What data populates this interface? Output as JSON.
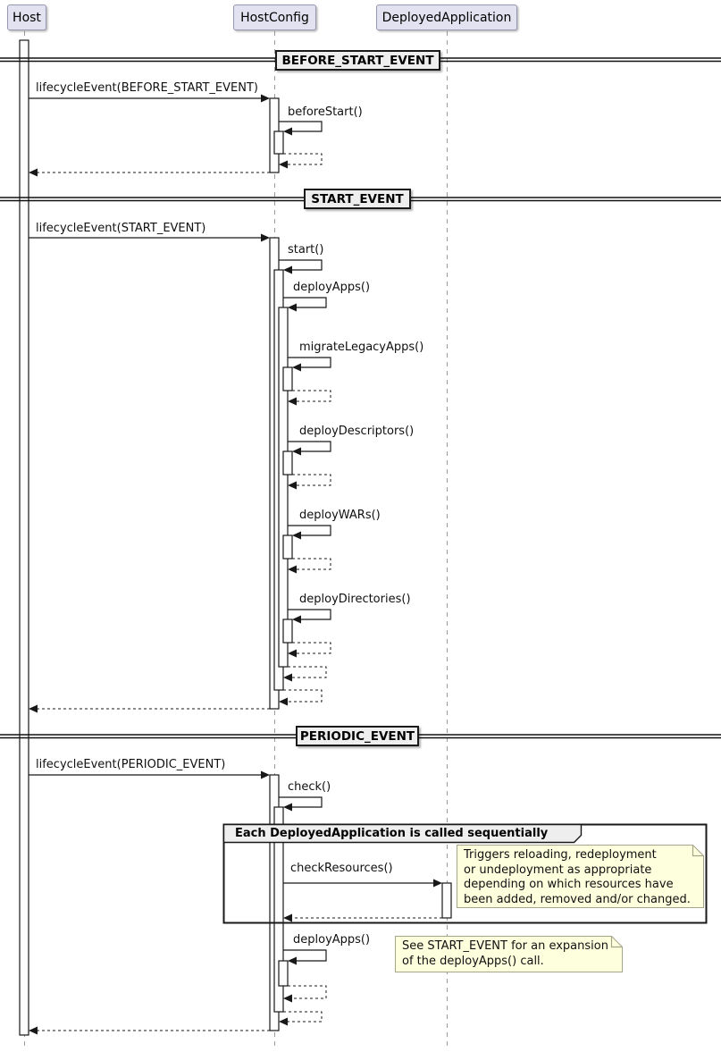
{
  "diagram": {
    "type": "uml-sequence-diagram",
    "participants": [
      {
        "name": "Host"
      },
      {
        "name": "HostConfig"
      },
      {
        "name": "DeployedApplication"
      }
    ],
    "dividers": [
      {
        "label": "BEFORE_START_EVENT"
      },
      {
        "label": "START_EVENT"
      },
      {
        "label": "PERIODIC_EVENT"
      }
    ],
    "messages": {
      "lifecycle_before_start": "lifecycleEvent(BEFORE_START_EVENT)",
      "before_start": "beforeStart()",
      "lifecycle_start": "lifecycleEvent(START_EVENT)",
      "start": "start()",
      "deploy_apps": "deployApps()",
      "migrate_legacy_apps": "migrateLegacyApps()",
      "deploy_descriptors": "deployDescriptors()",
      "deploy_wars": "deployWARs()",
      "deploy_directories": "deployDirectories()",
      "lifecycle_periodic": "lifecycleEvent(PERIODIC_EVENT)",
      "check": "check()",
      "check_resources": "checkResources()",
      "deploy_apps_periodic": "deployApps()"
    },
    "group_label": "Each DeployedApplication is called sequentially",
    "notes": [
      {
        "text": "Triggers reloading, redeployment\nor undeployment as appropriate\ndepending on which resources have\nbeen added, removed and/or changed."
      },
      {
        "text": "See START_EVENT for an expansion\nof the deployApps() call."
      }
    ],
    "colors": {
      "participant_fill": "#E2E2F0",
      "participant_border": "#9898B0",
      "divider_fill": "#EEEEEE",
      "note_fill": "#FEFFDD",
      "note_border": "#A5A58C",
      "line": "#181818",
      "lifeline": "#9A9A9A"
    }
  }
}
